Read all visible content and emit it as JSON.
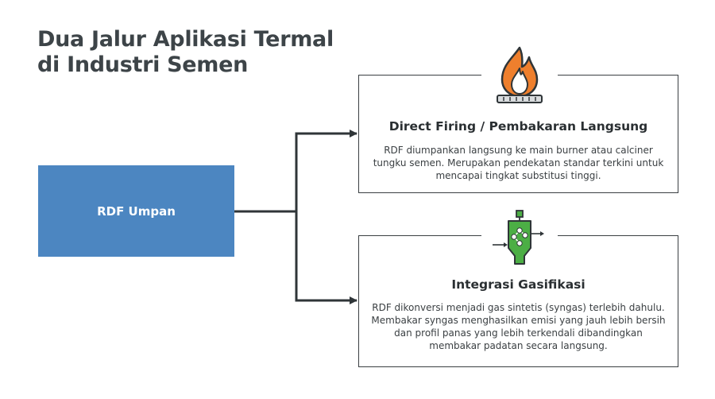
{
  "title": {
    "line1": "Dua Jalur Aplikasi Termal",
    "line2": "di Industri Semen"
  },
  "source": {
    "label": "RDF Umpan"
  },
  "paths": [
    {
      "title": "Direct Firing / Pembakaran Langsung",
      "description": "RDF diumpankan langsung ke main burner atau calciner tungku semen. Merupakan pendekatan standar terkini untuk mencapai tingkat substitusi tinggi.",
      "icon": "flame-burner-icon"
    },
    {
      "title": "Integrasi Gasifikasi",
      "description": "RDF dikonversi menjadi gas sintetis (syngas) terlebih dahulu. Membakar syngas menghasilkan emisi yang jauh lebih bersih dan profil panas yang lebih terkendali dibandingkan membakar padatan secara langsung.",
      "icon": "gasifier-reactor-icon"
    }
  ],
  "colors": {
    "source_fill": "#4c86c1",
    "flame_orange": "#ee7f2d",
    "reactor_green": "#4cae45",
    "line": "#2f3538"
  }
}
